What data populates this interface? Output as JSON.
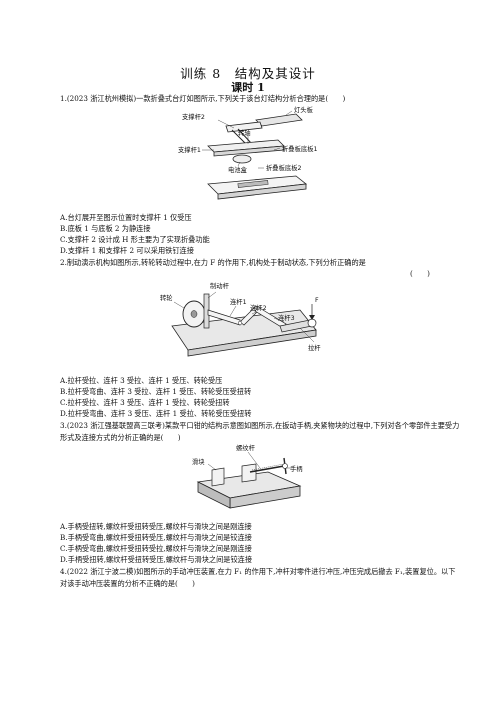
{
  "header": {
    "title": "训练 8　结构及其设计",
    "subtitle": "课时 1"
  },
  "questions": [
    {
      "stem": "1.(2023 浙江杭州模拟)一款折叠式台灯如图所示,下列关于该台灯结构分析合理的是(　　)",
      "figure_labels": [
        "灯头板",
        "支撑杆2",
        "转轴",
        "支撑杆1",
        "折叠板底板1",
        "电池盒",
        "折叠板底板2"
      ],
      "options": [
        "A.台灯展开至图示位置时支撑杆 1 仅受压",
        "B.底板 1 与底板 2 为静连接",
        "C.支撑杆 2 设计成 H 形主要为了实现折叠功能",
        "D.支撑杆 1 和支撑杆 2 可以采用铁钉连接"
      ]
    },
    {
      "stem": "2.制动演示机构如图所示,转轮转动过程中,在力 F 的作用下,机构处于制动状态,下列分析正确的是",
      "paren": "(　　)",
      "figure_labels": [
        "制动杆",
        "转轮",
        "连杆1",
        "连杆2",
        "连杆3",
        "F",
        "拉杆"
      ],
      "options": [
        "A.拉杆受拉、连杆 3 受拉、连杆 1 受压、转轮受压",
        "B.拉杆受弯曲、连杆 3 受拉、连杆 1 受压、转轮受压受扭转",
        "C.拉杆受拉、连杆 3 受压、连杆 1 受拉、转轮受扭转",
        "D.拉杆受弯曲、连杆 3 受压、连杆 1 受拉、转轮受压受扭转"
      ]
    },
    {
      "stem": "3.(2023 浙江强基联盟高三联考)某款平口钳的结构示意图如图所示,在扳动手柄,夹紧物块的过程中,下列对各个零部件主要受力形式及连接方式的分析正确的是(　　)",
      "figure_labels": [
        "螺纹杆",
        "滑块",
        "手柄"
      ],
      "options": [
        "A.手柄受扭转,螺纹杆受扭转受压,螺纹杆与滑块之间是刚连接",
        "B.手柄受弯曲,螺纹杆受扭转受压,螺纹杆与滑块之间是铰连接",
        "C.手柄受弯曲,螺纹杆受扭转受拉,螺纹杆与滑块之间是刚连接",
        "D.手柄受扭转,螺纹杆受扭转受压,螺纹杆与滑块之间是铰连接"
      ]
    },
    {
      "stem": "4.(2022 浙江宁波二模)如图所示的手动冲压装置,在力 F₁ 的作用下,冲杆对零件进行冲压,冲压完成后撤去 F₁,装置复位。以下对该手动冲压装置的分析不正确的是(　　)"
    }
  ]
}
